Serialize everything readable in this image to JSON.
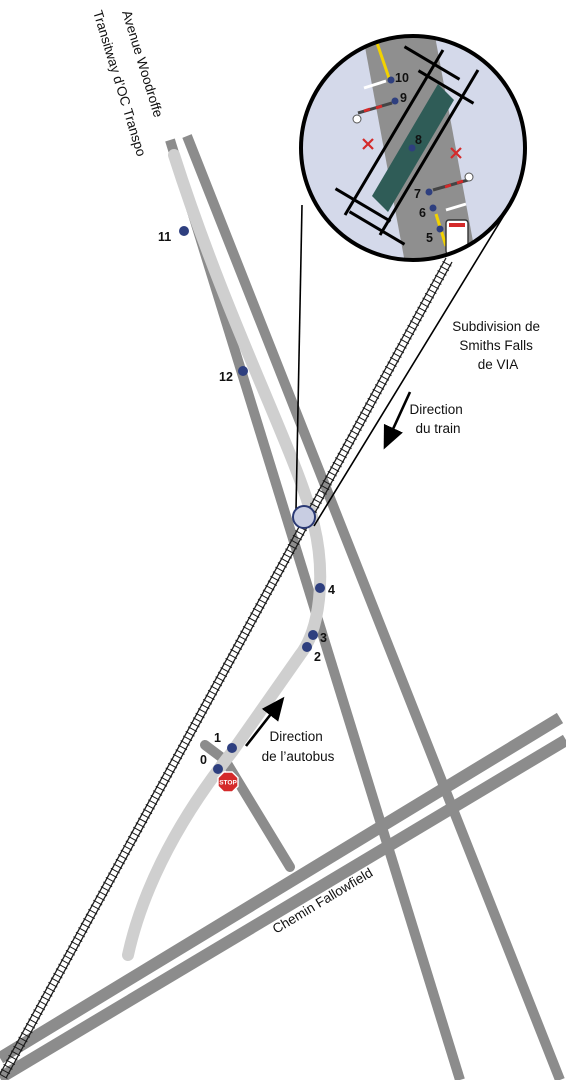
{
  "roads": {
    "woodroffe": "Avenue Woodroffe",
    "transitway": "Transitway d’OC Transpo",
    "fallowfield": "Chemin Fallowfield"
  },
  "railway": {
    "name_line1": "Subdivision de",
    "name_line2": "Smiths Falls",
    "name_line3": "de VIA"
  },
  "train_direction": {
    "line1": "Direction",
    "line2": "du train"
  },
  "bus_direction": {
    "line1": "Direction",
    "line2": "de l’autobus"
  },
  "stop_sign": "STOP",
  "main_points": [
    "0",
    "1",
    "2",
    "3",
    "4",
    "11",
    "12"
  ],
  "inset_points": [
    "5",
    "6",
    "7",
    "8",
    "9",
    "10"
  ],
  "colors": {
    "road": "#8c8c8c",
    "transitway": "#cfcfcf",
    "rail": "#1c1c1c",
    "point": "#2e3f7f",
    "inset_background": "#d4d9ea",
    "crossing_surface": "#2f5c57",
    "stop_sign": "#d42a2a",
    "yellow_line": "#f2d200"
  }
}
